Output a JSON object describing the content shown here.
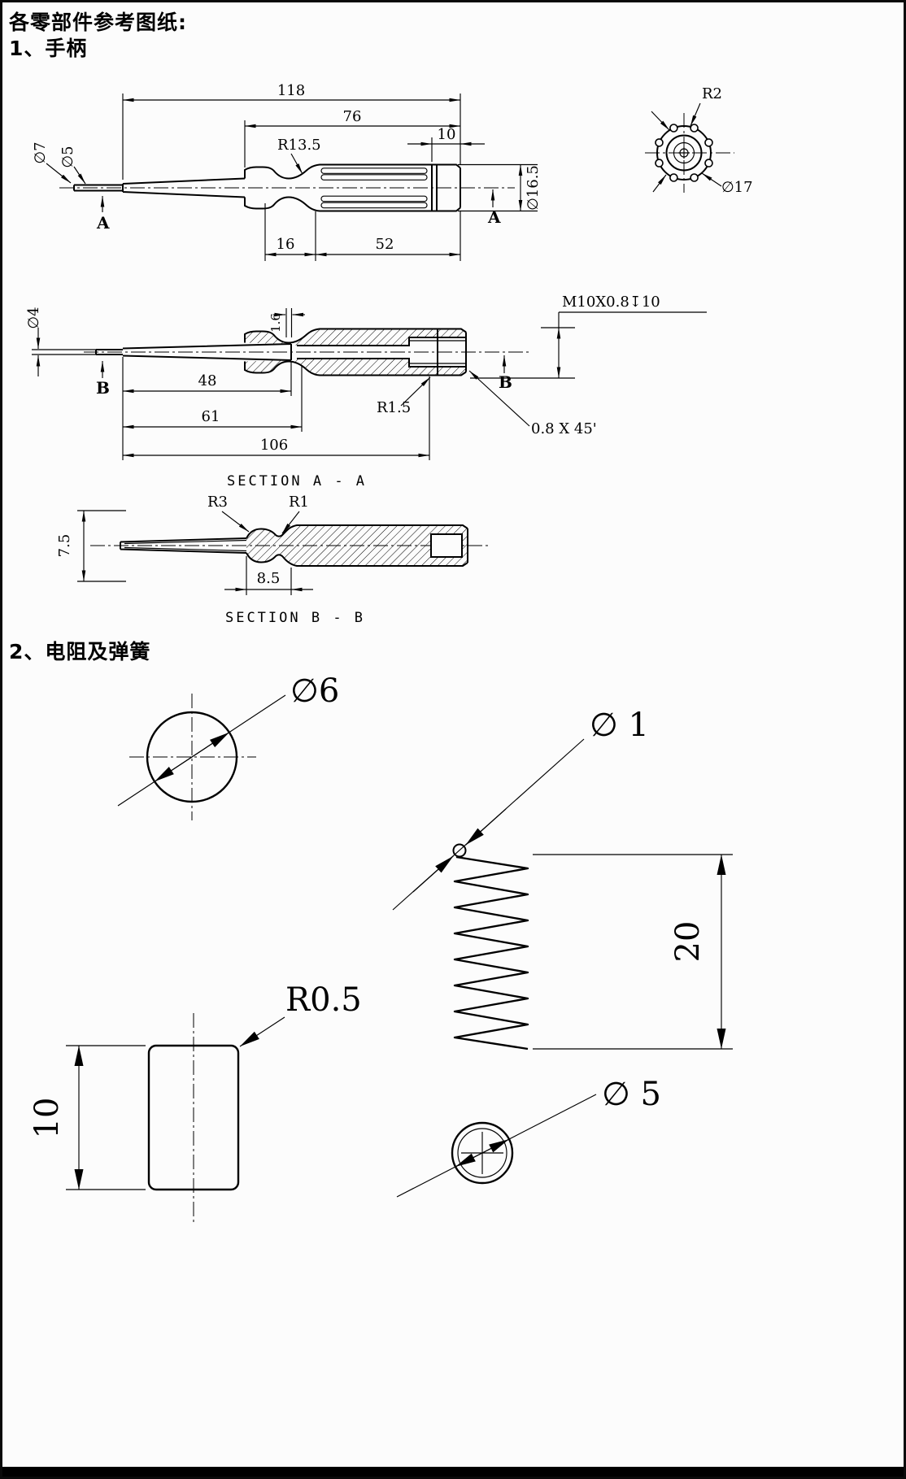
{
  "page": {
    "title": "各零部件参考图纸:"
  },
  "sections": {
    "s1": "1、手柄",
    "s2": "2、电阻及弹簧"
  },
  "handle": {
    "d118": "118",
    "d76": "76",
    "d10": "10",
    "r135": "R13.5",
    "dia7": "∅7",
    "dia5": "∅5",
    "dia165": "∅16.5",
    "d16": "16",
    "d52": "52",
    "secA": "A"
  },
  "endview": {
    "r2": "R2",
    "dia17": "∅17"
  },
  "aa": {
    "dia4": "∅4",
    "w16": "1.6",
    "thread": "M10X0.8↧10",
    "secB": "B",
    "d48": "48",
    "d61": "61",
    "d106": "106",
    "r15": "R1.5",
    "chamfer": "0.8 X 45'",
    "caption": "SECTION A - A"
  },
  "bb": {
    "r3": "R3",
    "r1": "R1",
    "d75": "7.5",
    "d85": "8.5",
    "caption": "SECTION B - B"
  },
  "parts": {
    "dia6": "∅6",
    "dia1": "∅ 1",
    "d20": "20",
    "r05": "R0.5",
    "d10": "10",
    "dia5": "∅ 5"
  }
}
